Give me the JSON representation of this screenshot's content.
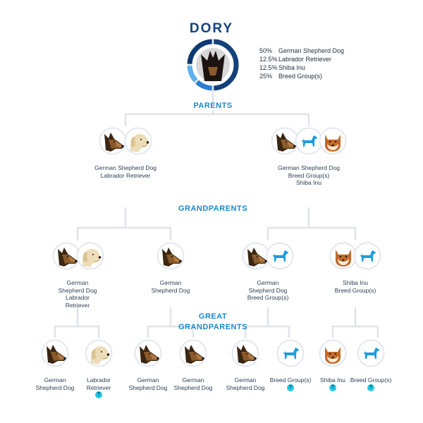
{
  "title": "DORY",
  "composition": [
    {
      "pct": "50%",
      "breed": "German Shepherd Dog"
    },
    {
      "pct": "12.5%",
      "breed": "Labrador Retriever"
    },
    {
      "pct": "12.5%",
      "breed": "Shiba Inu"
    },
    {
      "pct": "25%",
      "breed": "Breed Group(s)"
    }
  ],
  "ring_fractions": [
    0.5,
    0.125,
    0.125,
    0.25
  ],
  "colors": {
    "primary": "#14417a",
    "accent": "#1a88c9",
    "line": "#dfe3ea",
    "badge": "#21c7e3",
    "group_icon": "#1e9be0"
  },
  "sections": {
    "parents": "PARENTS",
    "grandparents": "GRANDPARENTS",
    "great_line1": "GREAT",
    "great_line2": "GRANDPARENTS"
  },
  "parents": [
    {
      "icons": [
        "gsd-icon",
        "lab-icon"
      ],
      "labels": [
        "German Shepherd Dog",
        "Labrador Retriever"
      ]
    },
    {
      "icons": [
        "gsd-icon",
        "breed-group-icon",
        "shiba-icon"
      ],
      "labels": [
        "German Shepherd Dog",
        "Breed Group(s)",
        "Shiba Inu"
      ]
    }
  ],
  "grandparents": [
    {
      "icons": [
        "gsd-icon",
        "lab-icon"
      ],
      "labels": [
        "German",
        "Shepherd Dog",
        "Labrador",
        "Retriever"
      ]
    },
    {
      "icons": [
        "gsd-icon"
      ],
      "labels": [
        "German",
        "Shepherd Dog"
      ]
    },
    {
      "icons": [
        "gsd-icon",
        "breed-group-icon"
      ],
      "labels": [
        "German",
        "Shepherd Dog",
        "Breed Group(s)"
      ]
    },
    {
      "icons": [
        "shiba-icon",
        "breed-group-icon"
      ],
      "labels": [
        "Shiba Inu",
        "Breed Group(s)"
      ]
    }
  ],
  "great_grandparents": [
    {
      "icons": [
        "gsd-icon"
      ],
      "labels": [
        "German",
        "Shepherd Dog"
      ],
      "badge": ""
    },
    {
      "icons": [
        "lab-icon"
      ],
      "labels": [
        "Labrador",
        "Retriever"
      ],
      "badge": "?"
    },
    {
      "icons": [
        "gsd-icon"
      ],
      "labels": [
        "German",
        "Shepherd Dog"
      ],
      "badge": ""
    },
    {
      "icons": [
        "gsd-icon"
      ],
      "labels": [
        "German",
        "Shepherd Dog"
      ],
      "badge": ""
    },
    {
      "icons": [
        "gsd-icon"
      ],
      "labels": [
        "German",
        "Shepherd Dog"
      ],
      "badge": ""
    },
    {
      "icons": [
        "breed-group-icon"
      ],
      "labels": [
        "Breed Group(s)"
      ],
      "badge": "?"
    },
    {
      "icons": [
        "shiba-icon"
      ],
      "labels": [
        "Shiba Inu"
      ],
      "badge": "?"
    },
    {
      "icons": [
        "breed-group-icon"
      ],
      "labels": [
        "Breed Group(s)"
      ],
      "badge": "?"
    }
  ]
}
